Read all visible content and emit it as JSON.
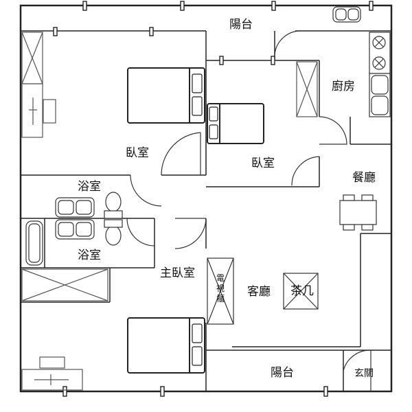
{
  "rooms": {
    "balcony_top": "陽台",
    "kitchen": "廚房",
    "bedroom_left": "臥室",
    "bedroom_center": "臥室",
    "dining": "餐廳",
    "bathroom_upper": "浴室",
    "bathroom_lower": "浴室",
    "master_bedroom": "主臥室",
    "living_room": "客廳",
    "tv_cabinet": "電視櫃",
    "coffee_table": "茶几",
    "balcony_bottom": "陽台",
    "entrance": "玄關"
  }
}
